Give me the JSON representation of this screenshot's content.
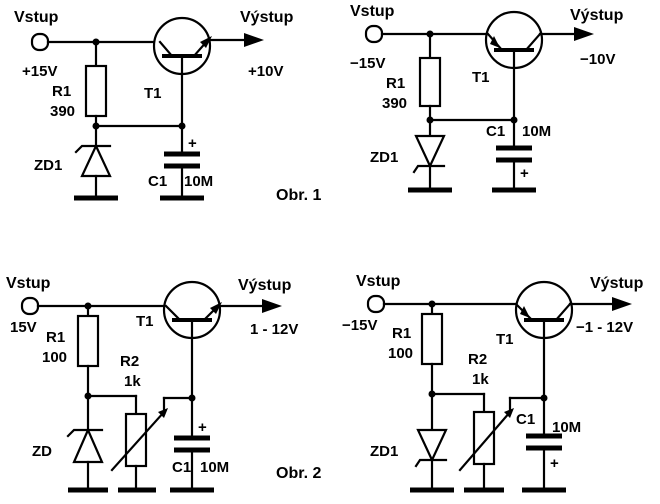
{
  "circuits": {
    "c1": {
      "input_label": "Vstup",
      "input_voltage": "+15V",
      "output_label": "Výstup",
      "output_voltage": "+10V",
      "r1_name": "R1",
      "r1_value": "390",
      "transistor": "T1",
      "zener": "ZD1",
      "cap_name": "C1",
      "cap_value": "10M",
      "cap_polarity": "+"
    },
    "c2": {
      "input_label": "Vstup",
      "input_voltage": "−15V",
      "output_label": "Výstup",
      "output_voltage": "−10V",
      "r1_name": "R1",
      "r1_value": "390",
      "transistor": "T1",
      "zener": "ZD1",
      "cap_name": "C1",
      "cap_value": "10M",
      "cap_polarity": "+"
    },
    "c3": {
      "input_label": "Vstup",
      "input_voltage": "15V",
      "output_label": "Výstup",
      "output_voltage": "1 - 12V",
      "r1_name": "R1",
      "r1_value": "100",
      "r2_name": "R2",
      "r2_value": "1k",
      "transistor": "T1",
      "zener": "ZD",
      "cap_name": "C1",
      "cap_value": "10M",
      "cap_polarity": "+"
    },
    "c4": {
      "input_label": "Vstup",
      "input_voltage": "−15V",
      "output_label": "Výstup",
      "output_voltage": "−1 - 12V",
      "r1_name": "R1",
      "r1_value": "100",
      "r2_name": "R2",
      "r2_value": "1k",
      "transistor": "T1",
      "zener": "ZD1",
      "cap_name": "C1",
      "cap_value": "10M",
      "cap_polarity": "+"
    }
  },
  "figures": {
    "fig1": "Obr. 1",
    "fig2": "Obr. 2"
  }
}
